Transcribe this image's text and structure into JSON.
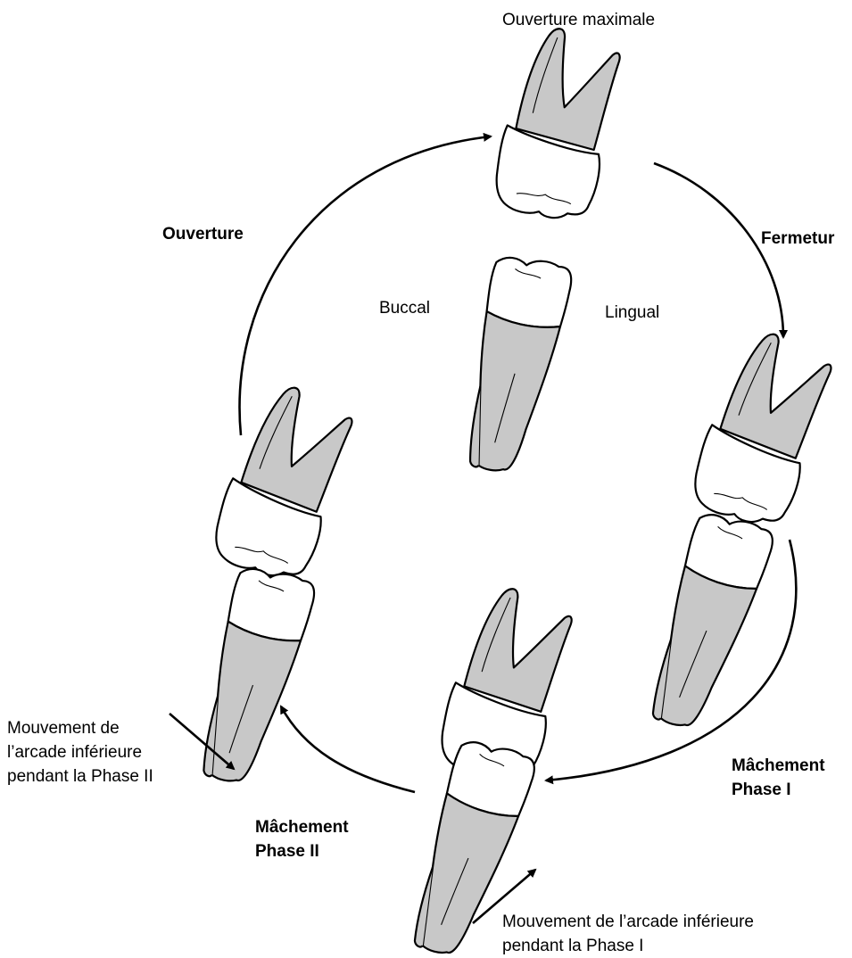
{
  "labels": {
    "ouverture_maximale": "Ouverture maximale",
    "ouverture": "Ouverture",
    "fermeture": "Fermetur",
    "buccal": "Buccal",
    "lingual": "Lingual",
    "machement_phase1_line1": "Mâchement",
    "machement_phase1_line2": "Phase I",
    "machement_phase2_line1": "Mâchement",
    "machement_phase2_line2": "Phase II",
    "mouvement_phase2_line1": "Mouvement de",
    "mouvement_phase2_line2": "l’arcade inférieure",
    "mouvement_phase2_line3": "pendant la Phase II",
    "mouvement_phase1_line1": "Mouvement de l’arcade inférieure",
    "mouvement_phase1_line2": "pendant la Phase I"
  },
  "colors": {
    "root_fill": "#c8c8c8",
    "crown_fill": "#ffffff",
    "line": "#000000"
  }
}
